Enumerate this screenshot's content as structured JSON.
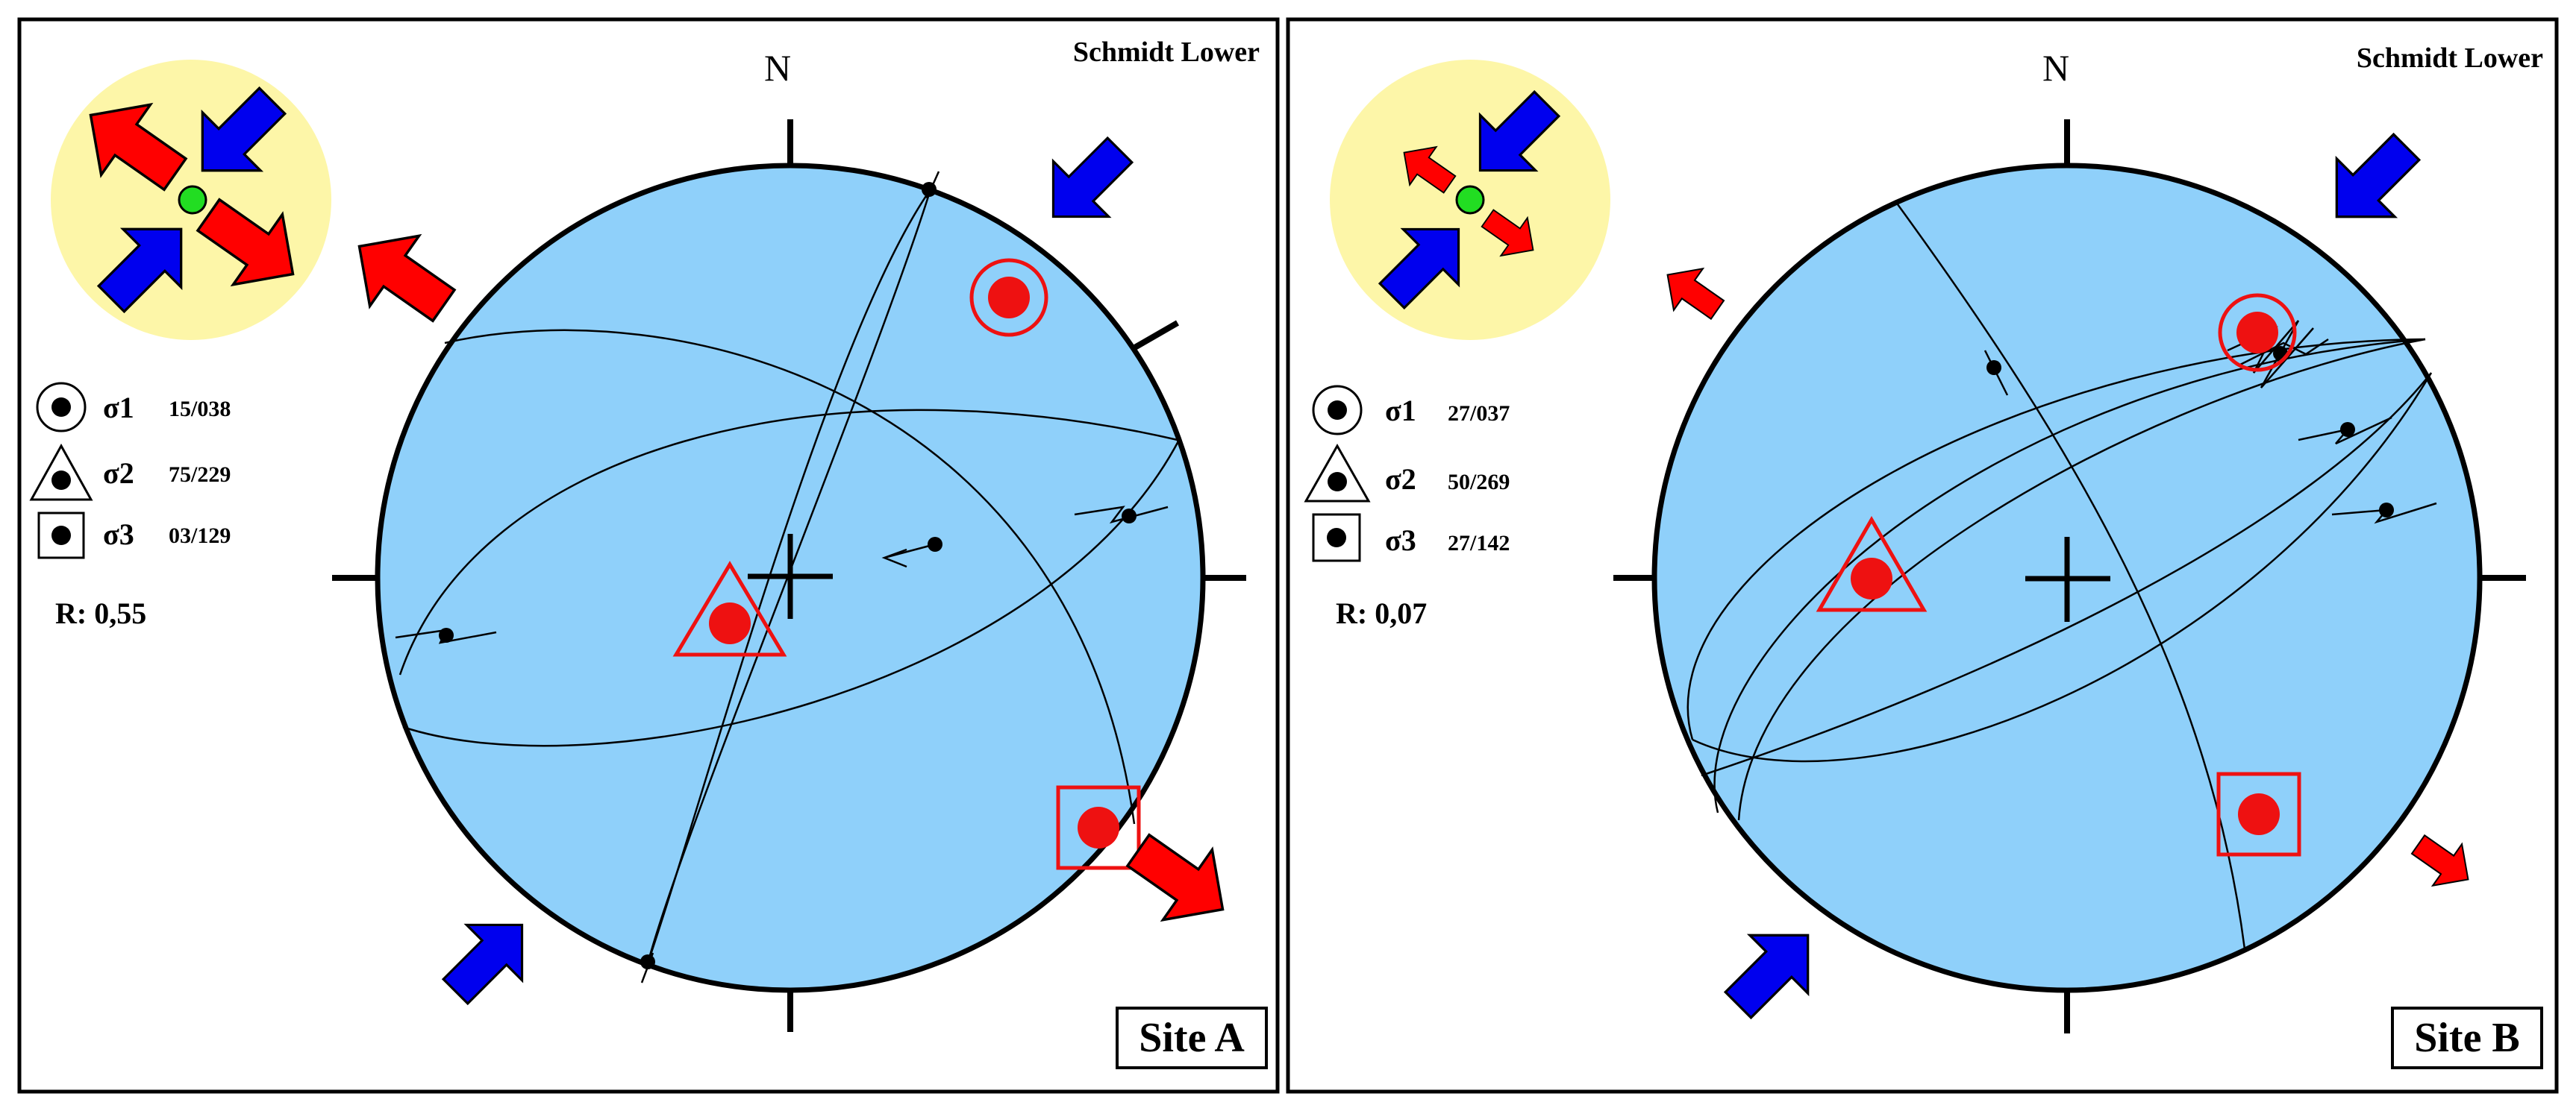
{
  "panels": [
    {
      "id": "A",
      "projection_label": "Schmidt Lower",
      "north_label": "N",
      "site_label": "Site A",
      "legend": [
        {
          "symbol": "circle",
          "name": "σ1",
          "value": "15/038"
        },
        {
          "symbol": "triangle",
          "name": "σ2",
          "value": "75/229"
        },
        {
          "symbol": "square",
          "name": "σ3",
          "value": "03/129"
        }
      ],
      "ratio_label": "R: 0,55"
    },
    {
      "id": "B",
      "projection_label": "Schmidt Lower",
      "north_label": "N",
      "site_label": "Site B",
      "legend": [
        {
          "symbol": "circle",
          "name": "σ1",
          "value": "27/037"
        },
        {
          "symbol": "triangle",
          "name": "σ2",
          "value": "50/269"
        },
        {
          "symbol": "square",
          "name": "σ3",
          "value": "27/142"
        }
      ],
      "ratio_label": "R: 0,07"
    }
  ],
  "colors": {
    "net_fill": "#8fd0fa",
    "inset_fill": "#fdf6a8",
    "compression": "#0000ee",
    "extension": "#ff0000",
    "center_dot": "#22dd22",
    "stress_marker": "#ee1111"
  },
  "icons": [
    "compression-arrow-icon",
    "extension-arrow-icon"
  ]
}
